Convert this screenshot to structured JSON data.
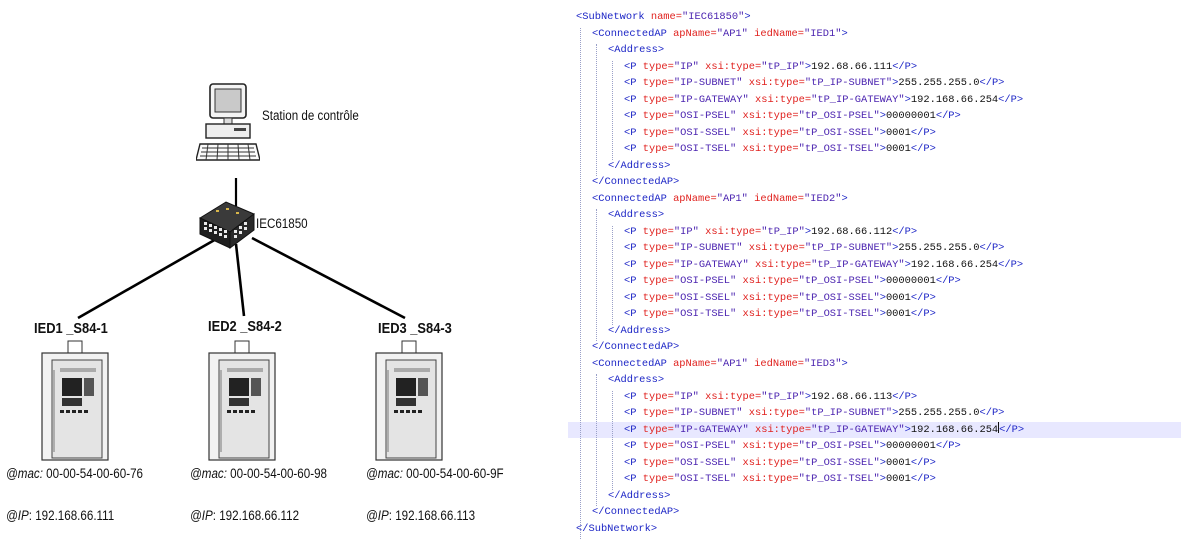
{
  "diagram": {
    "station_label": "Station de contrôle",
    "switch_label": "IEC61850",
    "ieds": [
      {
        "name": "IED1 _S84-1",
        "mac_key": "@mac:",
        "mac_value": " 00-00-54-00-60-76",
        "ip_key": "@IP",
        "ip_value": ": 192.168.66.111"
      },
      {
        "name": "IED2 _S84-2",
        "mac_key": "@mac:",
        "mac_value": " 00-00-54-00-60-98",
        "ip_key": "@IP",
        "ip_value": ": 192.168.66.112"
      },
      {
        "name": "IED3 _S84-3",
        "mac_key": "@mac:",
        "mac_value": " 00-00-54-00-60-9F",
        "ip_key": "@IP",
        "ip_value": ": 192.168.66.113"
      }
    ]
  },
  "xml_lines": [
    {
      "indent": 0,
      "parts": [
        [
          "t",
          "<SubNetwork "
        ],
        [
          "a",
          "name="
        ],
        [
          "v",
          "\"IEC61850\""
        ],
        [
          "t",
          ">"
        ]
      ]
    },
    {
      "indent": 1,
      "parts": [
        [
          "t",
          "<ConnectedAP "
        ],
        [
          "a",
          "apName="
        ],
        [
          "v",
          "\"AP1\""
        ],
        [
          "a",
          " iedName="
        ],
        [
          "v",
          "\"IED1\""
        ],
        [
          "t",
          ">"
        ]
      ]
    },
    {
      "indent": 2,
      "parts": [
        [
          "t",
          "<Address>"
        ]
      ]
    },
    {
      "indent": 3,
      "parts": [
        [
          "t",
          "<P "
        ],
        [
          "a",
          "type="
        ],
        [
          "v",
          "\"IP\""
        ],
        [
          "a",
          " xsi:type="
        ],
        [
          "v",
          "\"tP_IP\""
        ],
        [
          "t",
          ">"
        ],
        [
          "x",
          "192.68.66.111"
        ],
        [
          "t",
          "</P>"
        ]
      ]
    },
    {
      "indent": 3,
      "parts": [
        [
          "t",
          "<P "
        ],
        [
          "a",
          "type="
        ],
        [
          "v",
          "\"IP-SUBNET\""
        ],
        [
          "a",
          " xsi:type="
        ],
        [
          "v",
          "\"tP_IP-SUBNET\""
        ],
        [
          "t",
          ">"
        ],
        [
          "x",
          "255.255.255.0"
        ],
        [
          "t",
          "</P>"
        ]
      ]
    },
    {
      "indent": 3,
      "parts": [
        [
          "t",
          "<P "
        ],
        [
          "a",
          "type="
        ],
        [
          "v",
          "\"IP-GATEWAY\""
        ],
        [
          "a",
          " xsi:type="
        ],
        [
          "v",
          "\"tP_IP-GATEWAY\""
        ],
        [
          "t",
          ">"
        ],
        [
          "x",
          "192.168.66.254"
        ],
        [
          "t",
          "</P>"
        ]
      ]
    },
    {
      "indent": 3,
      "parts": [
        [
          "t",
          "<P "
        ],
        [
          "a",
          "type="
        ],
        [
          "v",
          "\"OSI-PSEL\""
        ],
        [
          "a",
          " xsi:type="
        ],
        [
          "v",
          "\"tP_OSI-PSEL\""
        ],
        [
          "t",
          ">"
        ],
        [
          "x",
          "00000001"
        ],
        [
          "t",
          "</P>"
        ]
      ]
    },
    {
      "indent": 3,
      "parts": [
        [
          "t",
          "<P "
        ],
        [
          "a",
          "type="
        ],
        [
          "v",
          "\"OSI-SSEL\""
        ],
        [
          "a",
          " xsi:type="
        ],
        [
          "v",
          "\"tP_OSI-SSEL\""
        ],
        [
          "t",
          ">"
        ],
        [
          "x",
          "0001"
        ],
        [
          "t",
          "</P>"
        ]
      ]
    },
    {
      "indent": 3,
      "parts": [
        [
          "t",
          "<P "
        ],
        [
          "a",
          "type="
        ],
        [
          "v",
          "\"OSI-TSEL\""
        ],
        [
          "a",
          " xsi:type="
        ],
        [
          "v",
          "\"tP_OSI-TSEL\""
        ],
        [
          "t",
          ">"
        ],
        [
          "x",
          "0001"
        ],
        [
          "t",
          "</P>"
        ]
      ]
    },
    {
      "indent": 2,
      "parts": [
        [
          "t",
          "</Address>"
        ]
      ]
    },
    {
      "indent": 1,
      "parts": [
        [
          "t",
          "</ConnectedAP>"
        ]
      ]
    },
    {
      "indent": 1,
      "parts": [
        [
          "t",
          "<ConnectedAP "
        ],
        [
          "a",
          "apName="
        ],
        [
          "v",
          "\"AP1\""
        ],
        [
          "a",
          " iedName="
        ],
        [
          "v",
          "\"IED2\""
        ],
        [
          "t",
          ">"
        ]
      ]
    },
    {
      "indent": 2,
      "parts": [
        [
          "t",
          "<Address>"
        ]
      ]
    },
    {
      "indent": 3,
      "parts": [
        [
          "t",
          "<P "
        ],
        [
          "a",
          "type="
        ],
        [
          "v",
          "\"IP\""
        ],
        [
          "a",
          " xsi:type="
        ],
        [
          "v",
          "\"tP_IP\""
        ],
        [
          "t",
          ">"
        ],
        [
          "x",
          "192.68.66.112"
        ],
        [
          "t",
          "</P>"
        ]
      ]
    },
    {
      "indent": 3,
      "parts": [
        [
          "t",
          "<P "
        ],
        [
          "a",
          "type="
        ],
        [
          "v",
          "\"IP-SUBNET\""
        ],
        [
          "a",
          " xsi:type="
        ],
        [
          "v",
          "\"tP_IP-SUBNET\""
        ],
        [
          "t",
          ">"
        ],
        [
          "x",
          "255.255.255.0"
        ],
        [
          "t",
          "</P>"
        ]
      ]
    },
    {
      "indent": 3,
      "parts": [
        [
          "t",
          "<P "
        ],
        [
          "a",
          "type="
        ],
        [
          "v",
          "\"IP-GATEWAY\""
        ],
        [
          "a",
          " xsi:type="
        ],
        [
          "v",
          "\"tP_IP-GATEWAY\""
        ],
        [
          "t",
          ">"
        ],
        [
          "x",
          "192.168.66.254"
        ],
        [
          "t",
          "</P>"
        ]
      ]
    },
    {
      "indent": 3,
      "parts": [
        [
          "t",
          "<P "
        ],
        [
          "a",
          "type="
        ],
        [
          "v",
          "\"OSI-PSEL\""
        ],
        [
          "a",
          " xsi:type="
        ],
        [
          "v",
          "\"tP_OSI-PSEL\""
        ],
        [
          "t",
          ">"
        ],
        [
          "x",
          "00000001"
        ],
        [
          "t",
          "</P>"
        ]
      ]
    },
    {
      "indent": 3,
      "parts": [
        [
          "t",
          "<P "
        ],
        [
          "a",
          "type="
        ],
        [
          "v",
          "\"OSI-SSEL\""
        ],
        [
          "a",
          " xsi:type="
        ],
        [
          "v",
          "\"tP_OSI-SSEL\""
        ],
        [
          "t",
          ">"
        ],
        [
          "x",
          "0001"
        ],
        [
          "t",
          "</P>"
        ]
      ]
    },
    {
      "indent": 3,
      "parts": [
        [
          "t",
          "<P "
        ],
        [
          "a",
          "type="
        ],
        [
          "v",
          "\"OSI-TSEL\""
        ],
        [
          "a",
          " xsi:type="
        ],
        [
          "v",
          "\"tP_OSI-TSEL\""
        ],
        [
          "t",
          ">"
        ],
        [
          "x",
          "0001"
        ],
        [
          "t",
          "</P>"
        ]
      ]
    },
    {
      "indent": 2,
      "parts": [
        [
          "t",
          "</Address>"
        ]
      ]
    },
    {
      "indent": 1,
      "parts": [
        [
          "t",
          "</ConnectedAP>"
        ]
      ]
    },
    {
      "indent": 1,
      "parts": [
        [
          "t",
          "<ConnectedAP "
        ],
        [
          "a",
          "apName="
        ],
        [
          "v",
          "\"AP1\""
        ],
        [
          "a",
          " iedName="
        ],
        [
          "v",
          "\"IED3\""
        ],
        [
          "t",
          ">"
        ]
      ]
    },
    {
      "indent": 2,
      "parts": [
        [
          "t",
          "<Address>"
        ]
      ]
    },
    {
      "indent": 3,
      "parts": [
        [
          "t",
          "<P "
        ],
        [
          "a",
          "type="
        ],
        [
          "v",
          "\"IP\""
        ],
        [
          "a",
          " xsi:type="
        ],
        [
          "v",
          "\"tP_IP\""
        ],
        [
          "t",
          ">"
        ],
        [
          "x",
          "192.68.66.113"
        ],
        [
          "t",
          "</P>"
        ]
      ]
    },
    {
      "indent": 3,
      "parts": [
        [
          "t",
          "<P "
        ],
        [
          "a",
          "type="
        ],
        [
          "v",
          "\"IP-SUBNET\""
        ],
        [
          "a",
          " xsi:type="
        ],
        [
          "v",
          "\"tP_IP-SUBNET\""
        ],
        [
          "t",
          ">"
        ],
        [
          "x",
          "255.255.255.0"
        ],
        [
          "t",
          "</P>"
        ]
      ]
    },
    {
      "indent": 3,
      "highlight": true,
      "parts": [
        [
          "t",
          "<P "
        ],
        [
          "a",
          "type="
        ],
        [
          "v",
          "\"IP-GATEWAY\""
        ],
        [
          "a",
          " xsi:type="
        ],
        [
          "v",
          "\"tP_IP-GATEWAY\""
        ],
        [
          "t",
          ">"
        ],
        [
          "x",
          "192.168.66.254"
        ],
        [
          "c",
          ""
        ],
        [
          "t",
          "</P>"
        ]
      ]
    },
    {
      "indent": 3,
      "parts": [
        [
          "t",
          "<P "
        ],
        [
          "a",
          "type="
        ],
        [
          "v",
          "\"OSI-PSEL\""
        ],
        [
          "a",
          " xsi:type="
        ],
        [
          "v",
          "\"tP_OSI-PSEL\""
        ],
        [
          "t",
          ">"
        ],
        [
          "x",
          "00000001"
        ],
        [
          "t",
          "</P>"
        ]
      ]
    },
    {
      "indent": 3,
      "parts": [
        [
          "t",
          "<P "
        ],
        [
          "a",
          "type="
        ],
        [
          "v",
          "\"OSI-SSEL\""
        ],
        [
          "a",
          " xsi:type="
        ],
        [
          "v",
          "\"tP_OSI-SSEL\""
        ],
        [
          "t",
          ">"
        ],
        [
          "x",
          "0001"
        ],
        [
          "t",
          "</P>"
        ]
      ]
    },
    {
      "indent": 3,
      "parts": [
        [
          "t",
          "<P "
        ],
        [
          "a",
          "type="
        ],
        [
          "v",
          "\"OSI-TSEL\""
        ],
        [
          "a",
          " xsi:type="
        ],
        [
          "v",
          "\"tP_OSI-TSEL\""
        ],
        [
          "t",
          ">"
        ],
        [
          "x",
          "0001"
        ],
        [
          "t",
          "</P>"
        ]
      ]
    },
    {
      "indent": 2,
      "parts": [
        [
          "t",
          "</Address>"
        ]
      ]
    },
    {
      "indent": 1,
      "parts": [
        [
          "t",
          "</ConnectedAP>"
        ]
      ]
    },
    {
      "indent": 0,
      "parts": [
        [
          "t",
          "</SubNetwork>"
        ]
      ]
    }
  ],
  "colors": {
    "tag": "#1c25c6",
    "attr": "#e0211e",
    "value": "#4b24b0",
    "text": "#111111",
    "highlight": "#e8e8ff"
  }
}
